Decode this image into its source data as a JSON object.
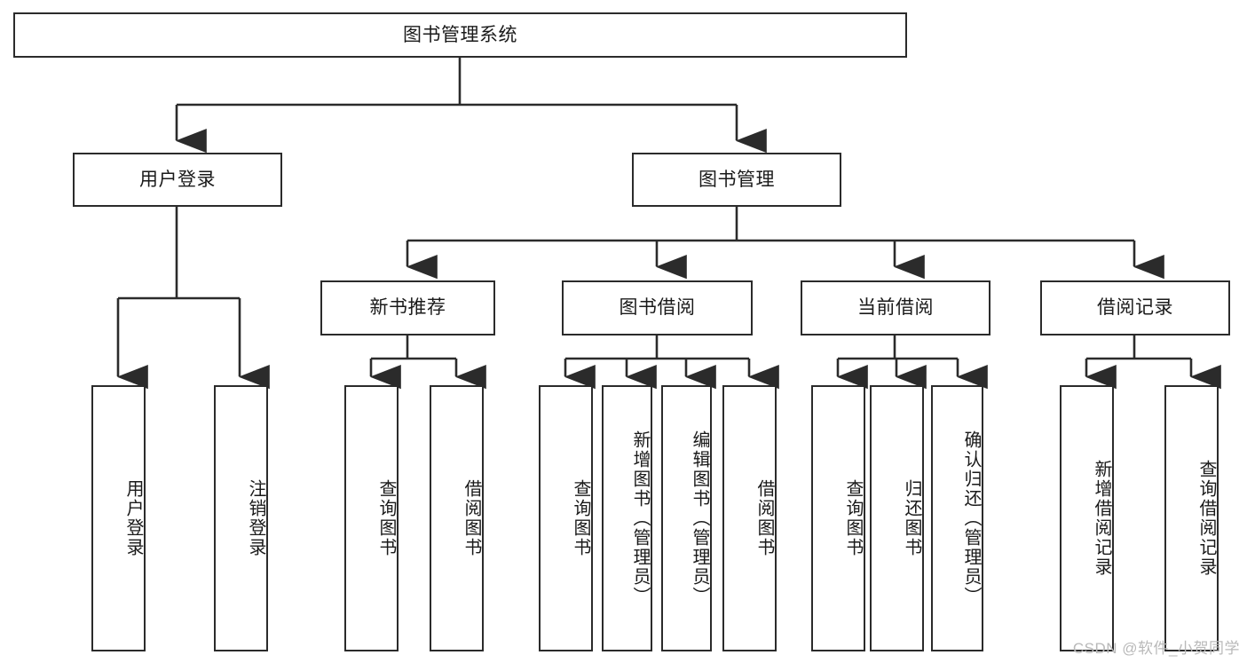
{
  "diagram": {
    "title": "图书管理系统",
    "type": "tree-hierarchy-diagram",
    "root": {
      "label": "图书管理系统"
    },
    "level2": [
      {
        "label": "用户登录"
      },
      {
        "label": "图书管理"
      }
    ],
    "level3": [
      {
        "label": "新书推荐"
      },
      {
        "label": "图书借阅"
      },
      {
        "label": "当前借阅"
      },
      {
        "label": "借阅记录"
      }
    ],
    "leaves": [
      {
        "label": "用户登录",
        "parent": "用户登录"
      },
      {
        "label": "注销登录",
        "parent": "用户登录"
      },
      {
        "label": "查询图书",
        "parent": "新书推荐"
      },
      {
        "label": "借阅图书",
        "parent": "新书推荐"
      },
      {
        "label": "查询图书",
        "parent": "图书借阅"
      },
      {
        "label": "新增图书（管理员）",
        "parent": "图书借阅"
      },
      {
        "label": "编辑图书（管理员）",
        "parent": "图书借阅"
      },
      {
        "label": "借阅图书",
        "parent": "图书借阅"
      },
      {
        "label": "查询图书",
        "parent": "当前借阅"
      },
      {
        "label": "归还图书",
        "parent": "当前借阅"
      },
      {
        "label": "确认归还（管理员）",
        "parent": "当前借阅"
      },
      {
        "label": "新增借阅记录",
        "parent": "借阅记录"
      },
      {
        "label": "查询借阅记录",
        "parent": "借阅记录"
      }
    ]
  },
  "watermark": {
    "text": "CSDN @软件_小贺同学"
  },
  "colors": {
    "stroke": "#2b2b2b",
    "background": "#ffffff",
    "text": "#1a1a1a",
    "watermark": "#b9b9b9"
  }
}
